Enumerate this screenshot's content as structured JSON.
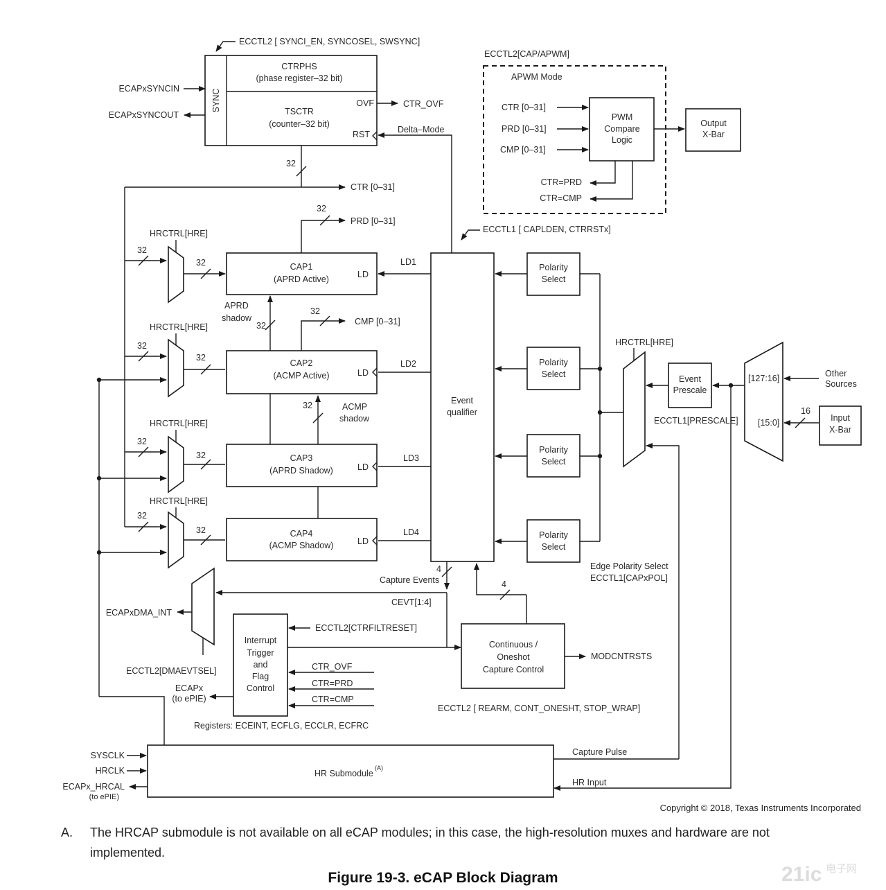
{
  "labels": {
    "ecctl2_sync": "ECCTL2 [ SYNCI_EN, SYNCOSEL, SWSYNC]",
    "sync": "SYNC",
    "ctrphs_title": "CTRPHS",
    "ctrphs_sub": "(phase register–32 bit)",
    "tsctr_title": "TSCTR",
    "tsctr_sub": "(counter–32 bit)",
    "ovf": "OVF",
    "rst": "RST",
    "ctr_ovf_out": "CTR_OVF",
    "delta_mode": "Delta–Mode",
    "ecap_syncin": "ECAPxSYNCIN",
    "ecap_syncout": "ECAPxSYNCOUT",
    "bus32": "32",
    "ctr_bus": "CTR [0–31]",
    "prd_bus": "PRD [0–31]",
    "cmp_bus": "CMP [0–31]",
    "apwm_group": "ECCTL2[CAP/APWM]",
    "apwm_mode": "APWM  Mode",
    "apwm_ctr": "CTR [0–31]",
    "apwm_prd": "PRD [0–31]",
    "apwm_cmp": "CMP [0–31]",
    "pwm_l1": "PWM",
    "pwm_l2": "Compare",
    "pwm_l3": "Logic",
    "ctr_prd": "CTR=PRD",
    "ctr_cmp": "CTR=CMP",
    "output_xbar_l1": "Output",
    "output_xbar_l2": "X-Bar",
    "ecctl1_capld": "ECCTL1 [ CAPLDEN, CTRRSTx]",
    "hrctrl": "HRCTRL[HRE]",
    "cap1_t": "CAP1",
    "cap1_s": "(APRD Active)",
    "cap2_t": "CAP2",
    "cap2_s": "(ACMP Active)",
    "cap3_t": "CAP3",
    "cap3_s": "(APRD Shadow)",
    "cap4_t": "CAP4",
    "cap4_s": "(ACMP Shadow)",
    "ld": "LD",
    "ld1": "LD1",
    "ld2": "LD2",
    "ld3": "LD3",
    "ld4": "LD4",
    "aprd_shadow_l1": "APRD",
    "aprd_shadow_l2": "shadow",
    "acmp_shadow_l1": "ACMP",
    "acmp_shadow_l2": "shadow",
    "event_q_l1": "Event",
    "event_q_l2": "qualifier",
    "polarity_l1": "Polarity",
    "polarity_l2": "Select",
    "event_prescale_l1": "Event",
    "event_prescale_l2": "Prescale",
    "ecctl1_prescale": "ECCTL1[PRESCALE]",
    "mux_127": "[127:16]",
    "mux_15": "[15:0]",
    "other_sources_l1": "Other",
    "other_sources_l2": "Sources",
    "input_xbar_l1": "Input",
    "input_xbar_l2": "X-Bar",
    "bus16": "16",
    "edge_pol_l1": "Edge Polarity Select",
    "edge_pol_l2": "ECCTL1[CAPxPOL]",
    "bus4": "4",
    "capture_events": "Capture Events",
    "cevt": "CEVT[1:4]",
    "dma_int": "ECAPxDMA_INT",
    "dmaevtsel": "ECCTL2[DMAEVTSEL]",
    "ctrfiltreset": "ECCTL2[CTRFILTRESET]",
    "itf_l1": "Interrupt",
    "itf_l2": "Trigger",
    "itf_l3": "and",
    "itf_l4": "Flag",
    "itf_l5": "Control",
    "in_ctr_ovf": "CTR_OVF",
    "in_ctr_prd": "CTR=PRD",
    "in_ctr_cmp": "CTR=CMP",
    "ecapx_l1": "ECAPx",
    "ecapx_l2": "(to ePIE)",
    "registers": "Registers:  ECEINT, ECFLG, ECCLR, ECFRC",
    "cont_l1": "Continuous /",
    "cont_l2": "Oneshot",
    "cont_l3": "Capture Control",
    "modcntrsts": "MODCNTRSTS",
    "ecctl2_rearm": "ECCTL2 [ REARM, CONT_ONESHT, STOP_WRAP]",
    "sysclk": "SYSCLK",
    "hrclk": "HRCLK",
    "hrcal_l1": "ECAPx_HRCAL",
    "hrcal_l2": "(to ePIE)",
    "hr_sub": "HR Submodule",
    "hr_sup": "(A)",
    "capture_pulse": "Capture Pulse",
    "hr_input": "HR Input"
  },
  "copyright": "Copyright © 2018, Texas Instruments Incorporated",
  "note": {
    "letter": "A.",
    "text": "The HRCAP submodule is not available on all eCAP modules; in this case, the high-resolution muxes and hardware are not implemented."
  },
  "caption": "Figure 19-3. eCAP Block Diagram",
  "logo": {
    "brand": "21ic",
    "sub": "电子网"
  }
}
